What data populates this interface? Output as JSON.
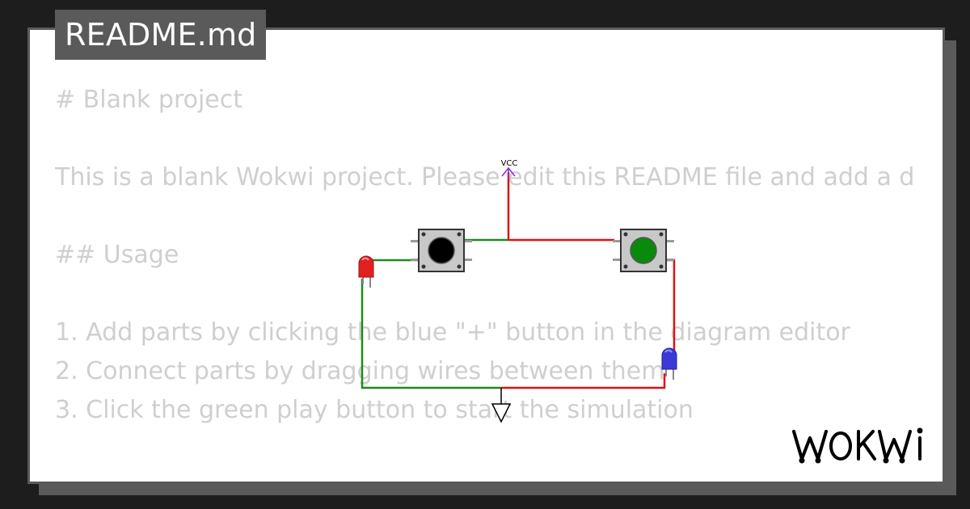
{
  "file_tab": {
    "title": "README.md"
  },
  "readme": {
    "lines": [
      "# Blank project",
      "",
      "This is a blank Wokwi project. Please edit this README file and add a description of your project.",
      "",
      "## Usage",
      "",
      "1. Add parts by clicking the blue \"+\" button in the diagram editor",
      "2. Connect parts by dragging wires between them",
      "3. Click the green play button to start the simulation"
    ]
  },
  "circuit": {
    "vcc_label": "VCC",
    "components": [
      {
        "id": "led-red",
        "type": "led",
        "color": "#e02020"
      },
      {
        "id": "button-black",
        "type": "pushbutton",
        "cap_color": "#000000"
      },
      {
        "id": "button-green",
        "type": "pushbutton",
        "cap_color": "#0a8a0a"
      },
      {
        "id": "led-blue",
        "type": "led",
        "color": "#3a3ad8"
      }
    ],
    "wire_colors": {
      "green": "#1e8a1e",
      "red": "#e01010"
    }
  },
  "brand": {
    "logo_text": "WOKWI"
  },
  "colors": {
    "background": "#1d1d1d",
    "card": "#ffffff",
    "card_border": "#5a5a5a",
    "readme_text": "#cfcfcf",
    "tab_text": "#ffffff"
  }
}
